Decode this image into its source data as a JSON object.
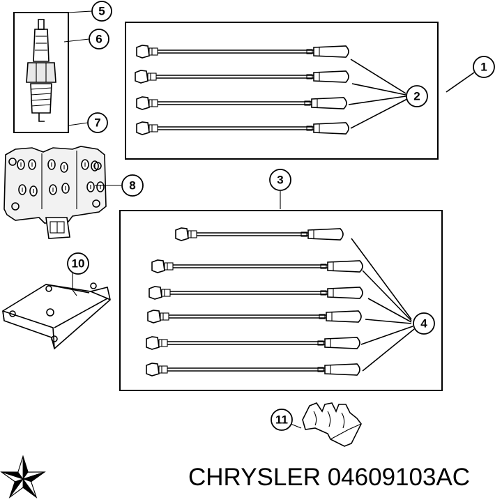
{
  "callouts": {
    "c1": "1",
    "c2": "2",
    "c3": "3",
    "c4": "4",
    "c5": "5",
    "c6": "6",
    "c7": "7",
    "c8": "8",
    "c10": "10",
    "c11": "11"
  },
  "caption": {
    "brand": "CHRYSLER",
    "part_number": "04609103AC"
  },
  "logo": {
    "name": "chrysler-pentastar-logo",
    "color": "#000000"
  }
}
